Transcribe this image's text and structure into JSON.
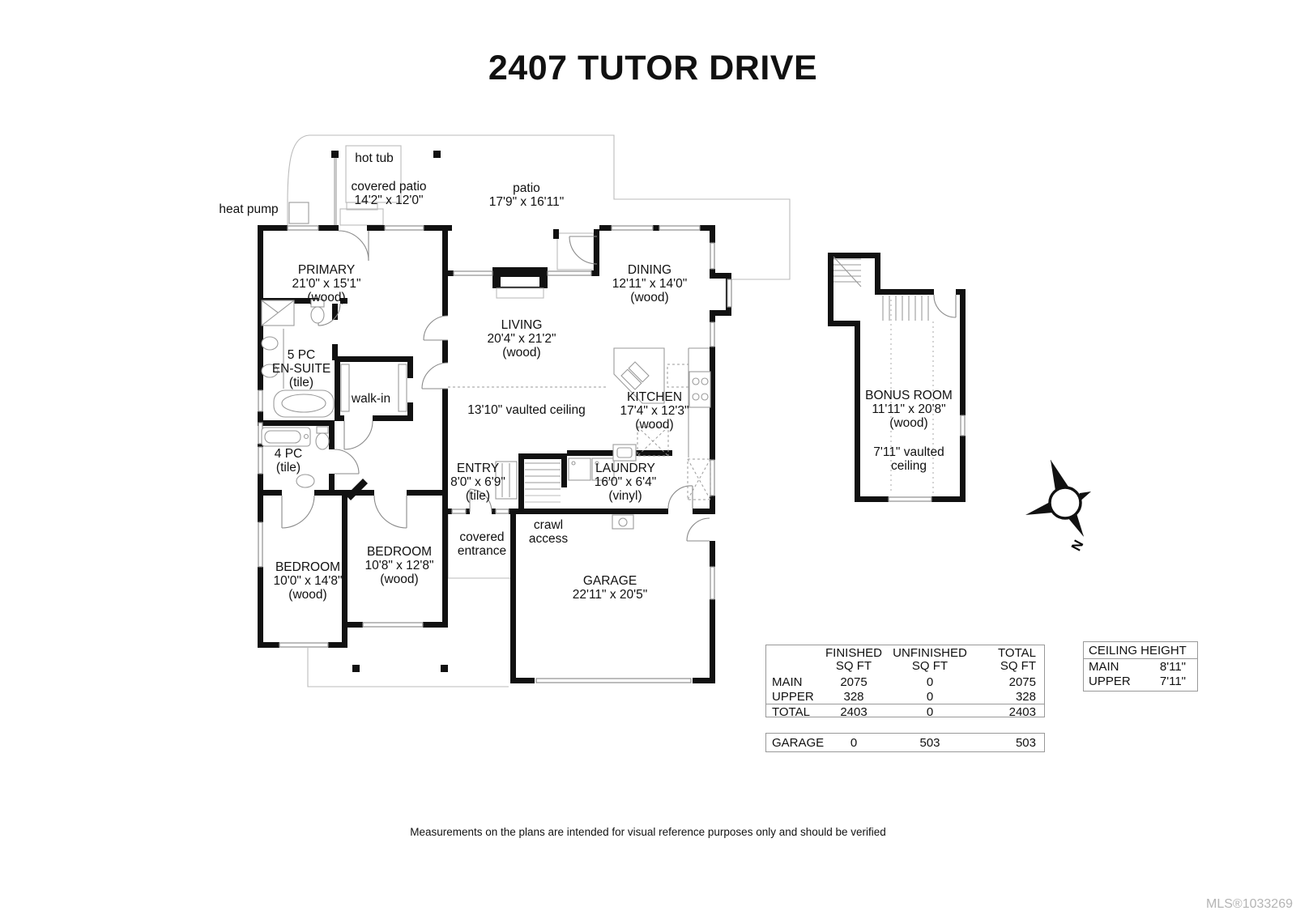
{
  "title": "2407 TUTOR DRIVE",
  "disclaimer": "Measurements on the plans are intended for visual reference purposes only and should be verified",
  "mls": "MLS®1033269",
  "plan": {
    "compass_n": "N",
    "hot_tub": "hot tub",
    "heat_pump": "heat pump",
    "covered_patio": {
      "l1": "covered patio",
      "l2": "14'2\" x 12'0\""
    },
    "patio": {
      "l1": "patio",
      "l2": "17'9\" x 16'11\""
    },
    "primary": {
      "l1": "PRIMARY",
      "l2": "21'0\" x 15'1\"",
      "l3": "(wood)"
    },
    "dining": {
      "l1": "DINING",
      "l2": "12'11\" x 14'0\"",
      "l3": "(wood)"
    },
    "living": {
      "l1": "LIVING",
      "l2": "20'4\" x 21'2\"",
      "l3": "(wood)"
    },
    "vaulted_main": "13'10\" vaulted ceiling",
    "ensuite": {
      "l1": "5 PC",
      "l2": "EN-SUITE",
      "l3": "(tile)"
    },
    "walk_in": "walk-in",
    "four_pc": {
      "l1": "4 PC",
      "l2": "(tile)"
    },
    "kitchen": {
      "l1": "KITCHEN",
      "l2": "17'4\" x 12'3\"",
      "l3": "(wood)"
    },
    "entry": {
      "l1": "ENTRY",
      "l2": "8'0\" x 6'9\"",
      "l3": "(tile)"
    },
    "laundry": {
      "l1": "LAUNDRY",
      "l2": "16'0\" x 6'4\"",
      "l3": "(vinyl)"
    },
    "crawl": {
      "l1": "crawl",
      "l2": "access"
    },
    "covered_entrance": {
      "l1": "covered",
      "l2": "entrance"
    },
    "bedroom1": {
      "l1": "BEDROOM",
      "l2": "10'0\" x 14'8\"",
      "l3": "(wood)"
    },
    "bedroom2": {
      "l1": "BEDROOM",
      "l2": "10'8\" x 12'8\"",
      "l3": "(wood)"
    },
    "garage": {
      "l1": "GARAGE",
      "l2": "22'11\" x 20'5\""
    },
    "bonus": {
      "l1": "BONUS ROOM",
      "l2": "11'11\" x 20'8\"",
      "l3": "(wood)",
      "l4": "7'11\" vaulted",
      "l5": "ceiling"
    }
  },
  "sqft_table": {
    "headers": {
      "c1a": "FINISHED",
      "c1b": "SQ FT",
      "c2a": "UNFINISHED",
      "c2b": "SQ FT",
      "c3a": "TOTAL",
      "c3b": "SQ FT"
    },
    "rows": [
      {
        "label": "MAIN",
        "finished": "2075",
        "unfinished": "0",
        "total": "2075"
      },
      {
        "label": "UPPER",
        "finished": "328",
        "unfinished": "0",
        "total": "328"
      },
      {
        "label": "TOTAL",
        "finished": "2403",
        "unfinished": "0",
        "total": "2403"
      }
    ],
    "garage_row": {
      "label": "GARAGE",
      "finished": "0",
      "unfinished": "503",
      "total": "503"
    }
  },
  "ceiling_table": {
    "title": "CEILING HEIGHT",
    "rows": [
      {
        "label": "MAIN",
        "value": "8'11\""
      },
      {
        "label": "UPPER",
        "value": "7'11\""
      }
    ]
  }
}
